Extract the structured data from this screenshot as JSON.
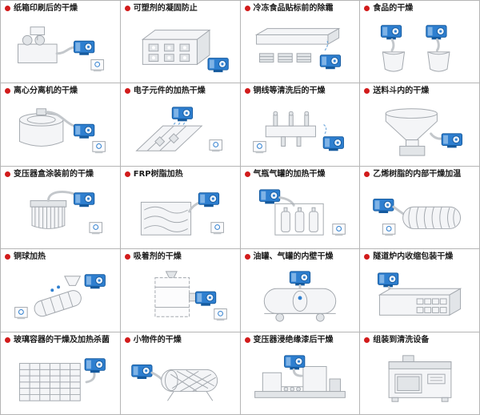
{
  "page": {
    "description": "4x5 grid catalog of hot-air blower drying applications",
    "colors": {
      "bullet_red": "#d21b1b",
      "blower_blue": "#2e7fd0",
      "blower_blue_dark": "#155a9e",
      "grid_border": "#b5b5b5"
    }
  },
  "cells": [
    {
      "label": "纸箱印刷后的干燥",
      "illustration": "carton-printing-machine"
    },
    {
      "label": "可塑剂的凝固防止",
      "illustration": "plasticizer-cabinet"
    },
    {
      "label": "冷冻食品贴标前的除霜",
      "illustration": "frozen-food-trays"
    },
    {
      "label": "食品的干燥",
      "illustration": "food-sacks-blowers"
    },
    {
      "label": "离心分离机的干燥",
      "illustration": "centrifuge"
    },
    {
      "label": "电子元件的加热干燥",
      "illustration": "pcb-heating"
    },
    {
      "label": "铜线等清洗后的干燥",
      "illustration": "copper-wire-manifold"
    },
    {
      "label": "送料斗内的干燥",
      "illustration": "feed-hopper"
    },
    {
      "label": "变压器盒涂装前的干燥",
      "illustration": "transformer-box"
    },
    {
      "label": "FRP树脂加热",
      "illustration": "frp-resin-oven"
    },
    {
      "label": "气瓶气罐的加热干燥",
      "illustration": "gas-cylinders"
    },
    {
      "label": "乙烯树脂的内部干燥加温",
      "illustration": "vinyl-resin-tube"
    },
    {
      "label": "铜球加热",
      "illustration": "copper-ball-drum"
    },
    {
      "label": "吸着剂的干燥",
      "illustration": "adsorbent-column"
    },
    {
      "label": "油罐、气罐的内壁干燥",
      "illustration": "tank-inner-wall"
    },
    {
      "label": "隧道炉内收缩包装干燥",
      "illustration": "tunnel-furnace"
    },
    {
      "label": "玻璃容器的干燥及加热杀菌",
      "illustration": "glass-container-rack"
    },
    {
      "label": "小物件的干燥",
      "illustration": "small-parts-drum"
    },
    {
      "label": "变压器浸绝缘漆后干燥",
      "illustration": "varnish-dip-line"
    },
    {
      "label": "组装到清洗设备",
      "illustration": "cleaning-equipment"
    }
  ]
}
